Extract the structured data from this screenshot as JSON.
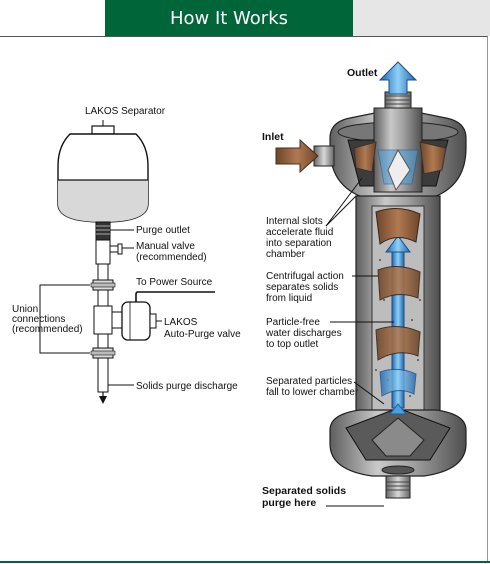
{
  "header": {
    "title": "How It Works"
  },
  "left_diagram": {
    "separator_label": "LAKOS Separator",
    "purge_outlet": "Purge outlet",
    "manual_valve": [
      "Manual valve",
      "(recommended)"
    ],
    "power_source": "To Power Source",
    "union": [
      "Union",
      "connections",
      "(recommended)"
    ],
    "auto_purge": [
      "LAKOS",
      "Auto-Purge valve"
    ],
    "solids_discharge": "Solids purge discharge"
  },
  "right_diagram": {
    "outlet": "Outlet",
    "inlet": "Inlet",
    "internal_slots": [
      "Internal slots",
      "accelerate fluid",
      "into separation",
      "chamber"
    ],
    "centrifugal": [
      "Centrifugal action",
      "separates solids",
      "from liquid"
    ],
    "particle_free": [
      "Particle-free",
      "water discharges",
      "to top outlet"
    ],
    "separated_particles": [
      "Separated particles",
      "fall to lower chamber"
    ],
    "purge_here": [
      "Separated solids",
      "purge here"
    ]
  },
  "colors": {
    "brand_green": "#00663a",
    "water_blue": "#3b8fd6",
    "rust": "#8a5a3a",
    "body_gray": "#8c8c8c"
  }
}
